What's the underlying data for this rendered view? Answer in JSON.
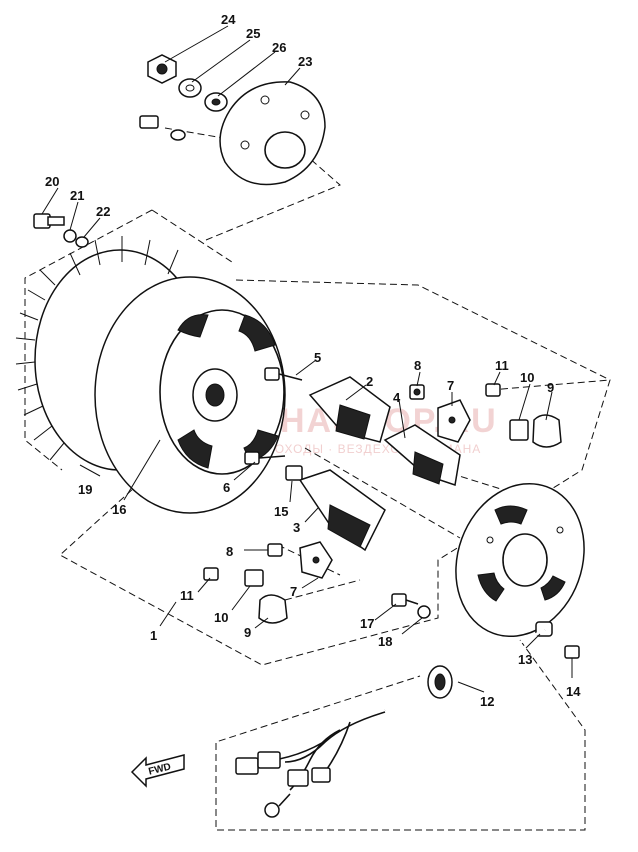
{
  "watermark": {
    "main_text": "YAMAHASHOP.RU",
    "sub_text": "ВОСТОЧНОХОДЫ · ВЕЗДЕХОДЫ YAMAHA"
  },
  "fwd_label": "FWD",
  "parts": [
    {
      "id": "p1",
      "number": "1"
    },
    {
      "id": "p2",
      "number": "2"
    },
    {
      "id": "p3",
      "number": "3"
    },
    {
      "id": "p4",
      "number": "4"
    },
    {
      "id": "p5",
      "number": "5"
    },
    {
      "id": "p6",
      "number": "6"
    },
    {
      "id": "p7a",
      "number": "7"
    },
    {
      "id": "p7b",
      "number": "7"
    },
    {
      "id": "p8a",
      "number": "8"
    },
    {
      "id": "p8b",
      "number": "8"
    },
    {
      "id": "p9a",
      "number": "9"
    },
    {
      "id": "p9b",
      "number": "9"
    },
    {
      "id": "p10a",
      "number": "10"
    },
    {
      "id": "p10b",
      "number": "10"
    },
    {
      "id": "p11a",
      "number": "11"
    },
    {
      "id": "p11b",
      "number": "11"
    },
    {
      "id": "p12",
      "number": "12"
    },
    {
      "id": "p13",
      "number": "13"
    },
    {
      "id": "p14",
      "number": "14"
    },
    {
      "id": "p15",
      "number": "15"
    },
    {
      "id": "p16",
      "number": "16"
    },
    {
      "id": "p17",
      "number": "17"
    },
    {
      "id": "p18",
      "number": "18"
    },
    {
      "id": "p19",
      "number": "19"
    },
    {
      "id": "p20",
      "number": "20"
    },
    {
      "id": "p21",
      "number": "21"
    },
    {
      "id": "p22",
      "number": "22"
    },
    {
      "id": "p23",
      "number": "23"
    },
    {
      "id": "p24",
      "number": "24"
    },
    {
      "id": "p25",
      "number": "25"
    },
    {
      "id": "p26",
      "number": "26"
    }
  ]
}
